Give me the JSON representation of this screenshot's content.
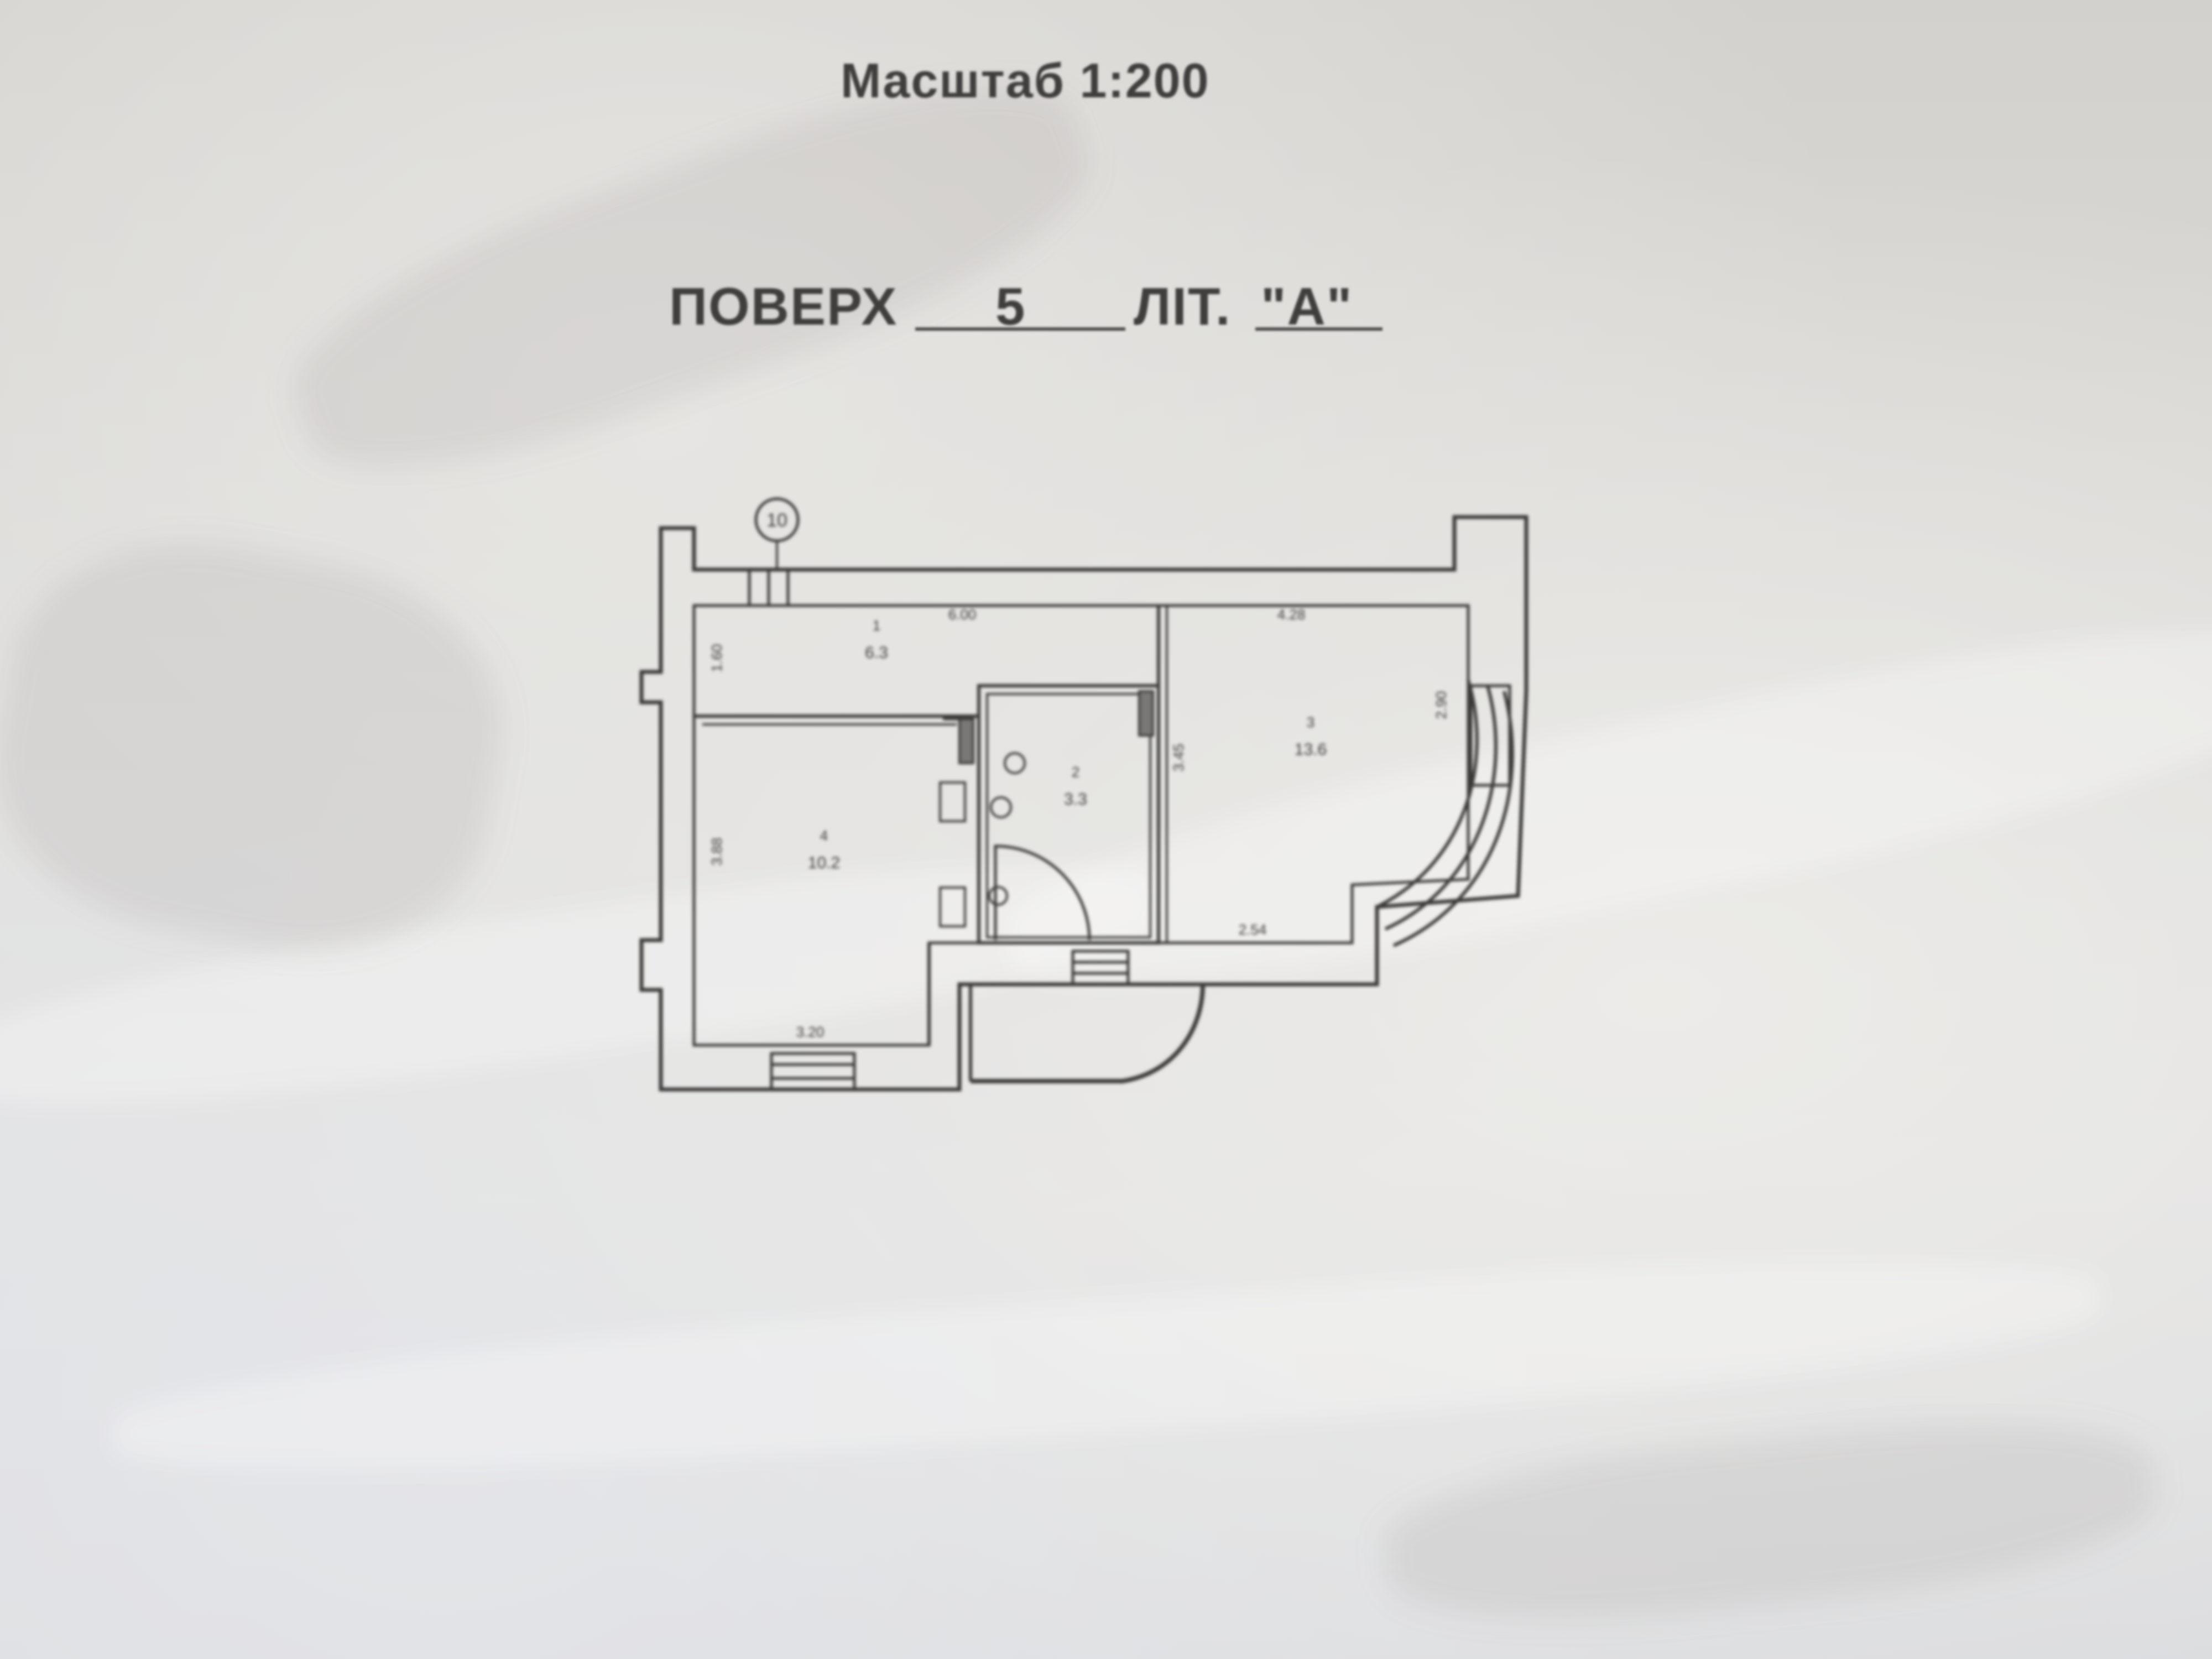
{
  "document": {
    "scale_label": "Масштаб 1:200",
    "floor_label": "ПОВЕРХ",
    "floor_value": "5",
    "letter_label": "ЛІТ.",
    "letter_value": "\"А\""
  },
  "plan": {
    "axis_marker": "10",
    "rooms": [
      {
        "number": "1",
        "area": "6.3"
      },
      {
        "number": "2",
        "area": "3.3"
      },
      {
        "number": "3",
        "area": "13.6"
      },
      {
        "number": "4",
        "area": "10.2"
      }
    ],
    "dimensions": {
      "top_left_width": "6.00",
      "top_right_width": "4.28",
      "left_corridor_height": "1.60",
      "room3_right_height": "2.90",
      "partition_height": "3.45",
      "left_room_height": "3.88",
      "bottom_left_width": "3.20",
      "bottom_right_width": "2.54"
    }
  }
}
